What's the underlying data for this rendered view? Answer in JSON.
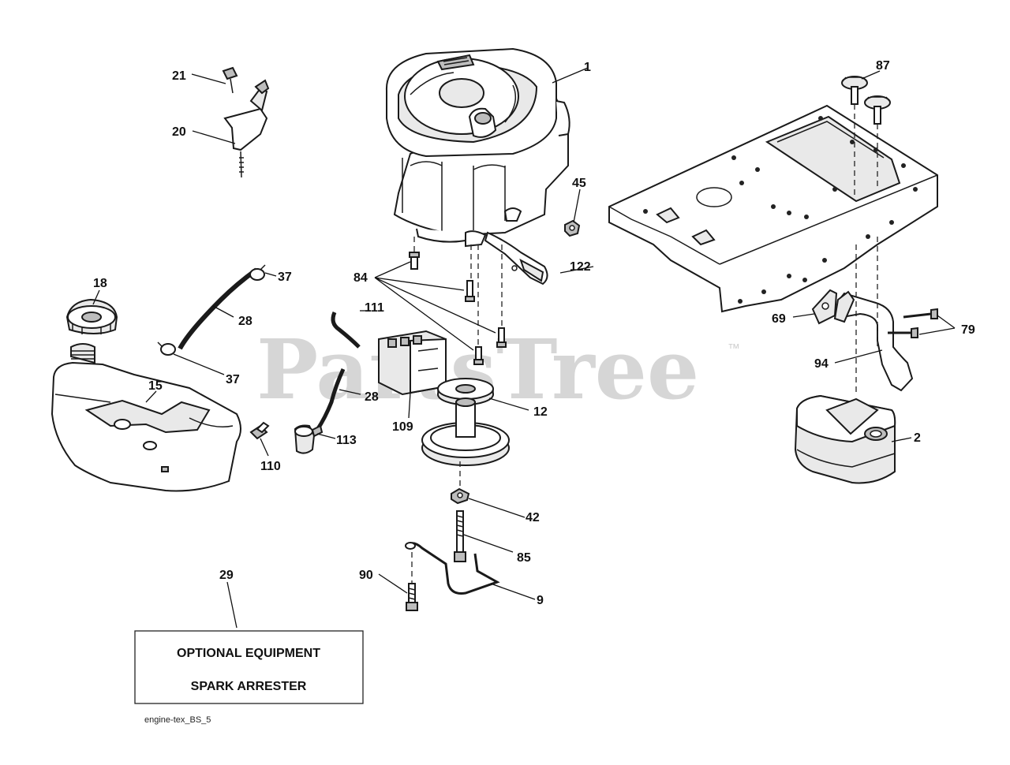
{
  "watermark": {
    "text": "PartsTree",
    "trademark": "™"
  },
  "callouts": {
    "c1": "1",
    "c2": "2",
    "c9": "9",
    "c12": "12",
    "c15": "15",
    "c18": "18",
    "c20": "20",
    "c21": "21",
    "c28a": "28",
    "c28b": "28",
    "c29": "29",
    "c37a": "37",
    "c37b": "37",
    "c42": "42",
    "c45": "45",
    "c69": "69",
    "c79": "79",
    "c84": "84",
    "c85": "85",
    "c87": "87",
    "c90": "90",
    "c94": "94",
    "c109": "109",
    "c110": "110",
    "c111": "111",
    "c113": "113",
    "c122": "122"
  },
  "optional_box": {
    "line1": "OPTIONAL EQUIPMENT",
    "line2": "SPARK ARRESTER"
  },
  "footer": {
    "code": "engine-tex_BS_5"
  }
}
